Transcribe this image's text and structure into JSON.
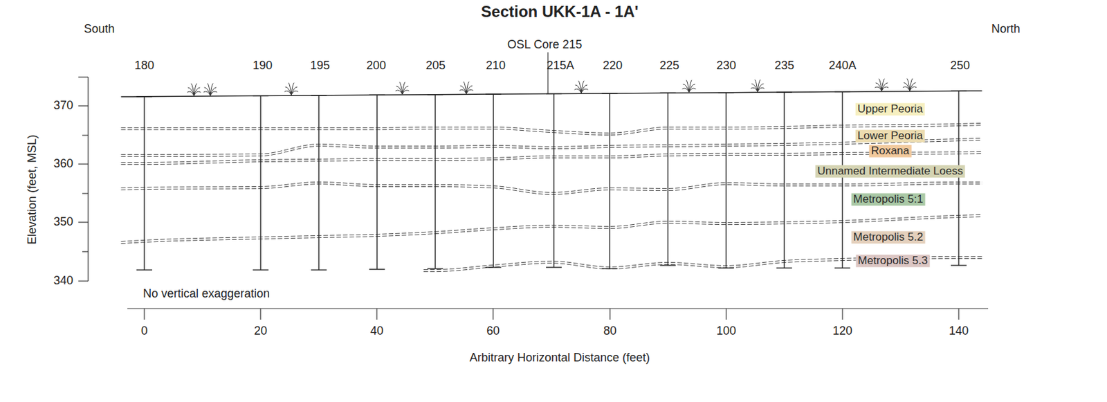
{
  "diagram": {
    "title": "Section UKK-1A - 1A'",
    "nodes": [
      {
        "text": [
          "Upper Peoria"
        ]
      },
      {
        "text": [
          "Lower Peoria"
        ]
      },
      {
        "text": [
          "Roxana"
        ]
      },
      {
        "text": [
          "Unnamed Intermediate Loess"
        ]
      },
      {
        "text": [
          "Metropolis 5:1"
        ]
      },
      {
        "text": [
          "Metropolis 5.2"
        ]
      },
      {
        "text": [
          "Metropolis 5.3"
        ]
      }
    ],
    "labels": [
      "South",
      "North",
      "OSL Core 215",
      "180",
      "190",
      "195",
      "200",
      "205",
      "210",
      "215A",
      "220",
      "225",
      "230",
      "235",
      "240A",
      "250",
      "370",
      "360",
      "350",
      "340",
      "Elevation (feet, MSL)",
      "No vertical exaggeration",
      "0",
      "20",
      "40",
      "60",
      "80",
      "100",
      "120",
      "140",
      "Arbitrary Horizontal Distance (feet)"
    ]
  }
}
